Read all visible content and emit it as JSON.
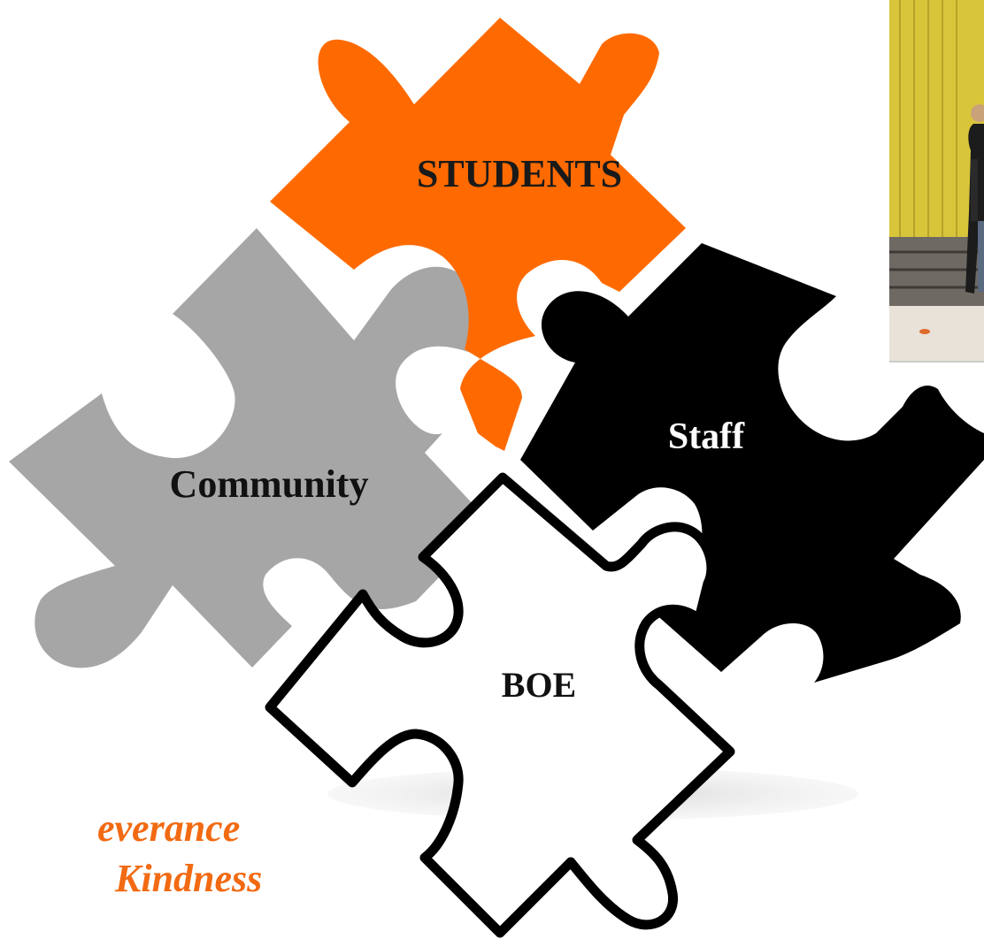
{
  "pieces": {
    "students": {
      "label": "STUDENTS",
      "color": "#ff6a00"
    },
    "community": {
      "label": "Community",
      "color": "#a6a6a6"
    },
    "staff": {
      "label": "Staff",
      "color": "#000000"
    },
    "boe": {
      "label": "BOE",
      "color": "#ffffff"
    }
  },
  "motto": {
    "line1": "everance",
    "line2": "Kindness",
    "color": "#f26a12"
  },
  "photo": {
    "description_icon": "group-photo-image"
  }
}
